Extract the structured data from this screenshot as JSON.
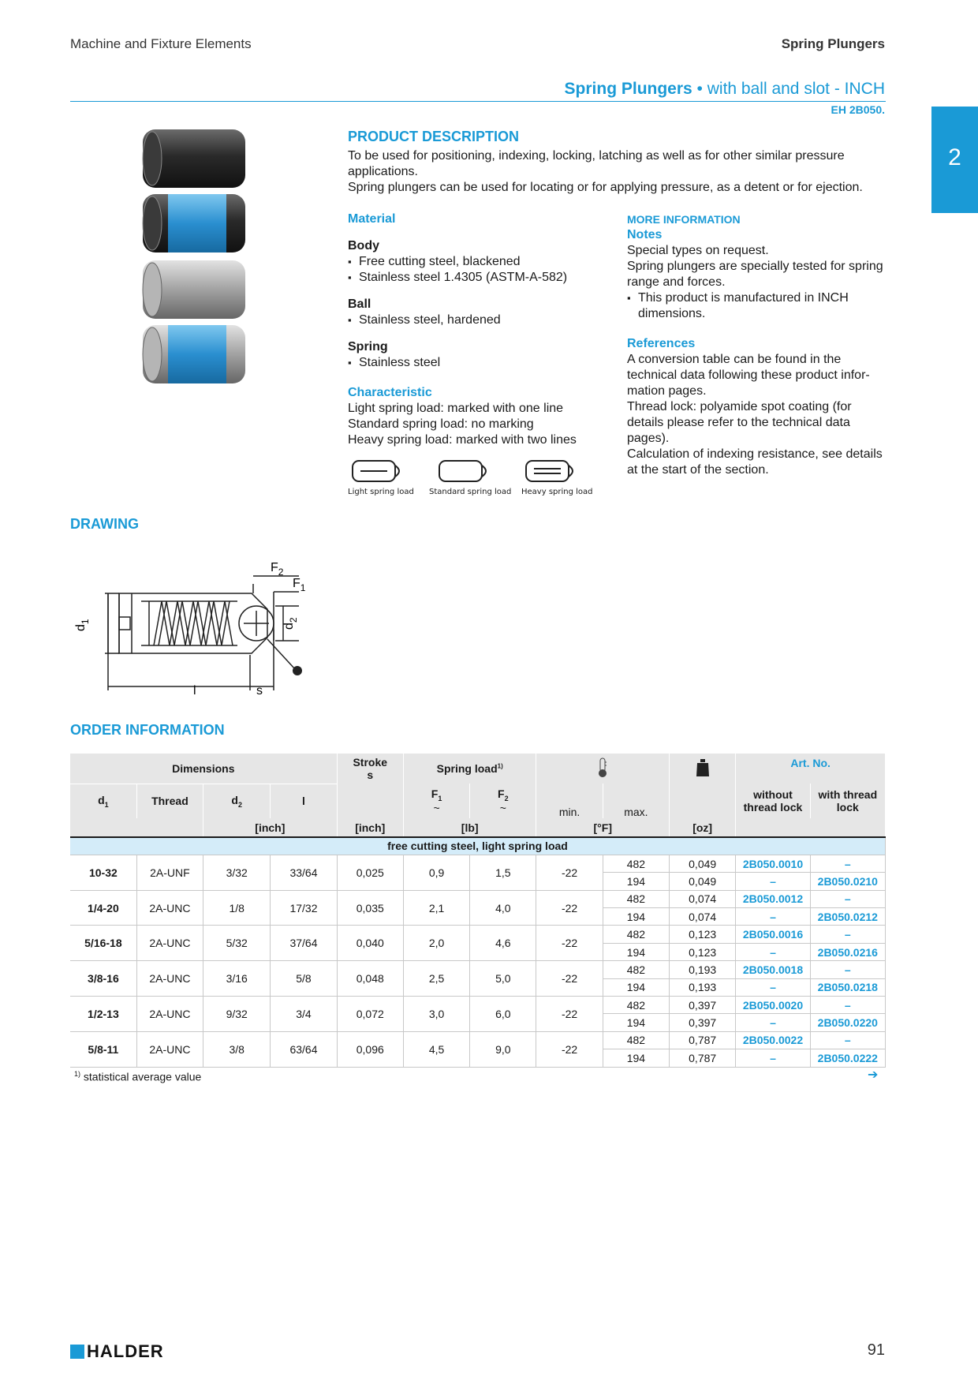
{
  "header": {
    "section": "Machine and Fixture Elements",
    "category": "Spring Plungers",
    "title_bold": "Spring Plungers",
    "title_rest": " • with ball and slot - INCH",
    "code": "EH 2B050.",
    "tab": "2"
  },
  "product": {
    "heading": "PRODUCT DESCRIPTION",
    "line1": "To be used for positioning, indexing, locking, latching as well as for other similar pressure applications.",
    "line2": "Spring plungers can be used for locating or for applying pressure, as a detent or for ejection."
  },
  "material": {
    "heading": "Material",
    "body_label": "Body",
    "body_items": [
      "Free cutting steel, blackened",
      "Stainless steel 1.4305 (ASTM-A-582)"
    ],
    "ball_label": "Ball",
    "ball_items": [
      "Stainless steel, hardened"
    ],
    "spring_label": "Spring",
    "spring_items": [
      "Stainless steel"
    ]
  },
  "characteristic": {
    "heading": "Characteristic",
    "lines": [
      "Light spring load: marked with one line",
      "Standard spring load: no marking",
      "Heavy spring load: marked with two lines"
    ],
    "icons": [
      "Light spring load",
      "Standard spring load",
      "Heavy spring load"
    ]
  },
  "more_info": {
    "heading": "MORE INFORMATION",
    "notes_heading": "Notes",
    "notes1": "Special types on request.",
    "notes2": "Spring plungers are specially tested for spring range and forces.",
    "notes_bullet": "This product is manufactured in INCH dimensions.",
    "ref_heading": "References",
    "ref1": "A conversion table can be found in the technical data following these product infor-mation pages.",
    "ref2": "Thread lock: polyamide spot coating (for details please refer to the technical data pages).",
    "ref3": "Calculation of indexing resistance, see details at the start of the section."
  },
  "drawing": {
    "heading": "DRAWING",
    "labels": {
      "f2": "F",
      "f2_sub": "2",
      "f1": "F",
      "f1_sub": "1",
      "d1": "d",
      "d1_sub": "1",
      "d2": "d",
      "d2_sub": "2",
      "l": "l",
      "s": "s"
    }
  },
  "order": {
    "heading": "ORDER INFORMATION",
    "head": {
      "dimensions": "Dimensions",
      "stroke": "Stroke",
      "stroke_s": "s",
      "spring_load": "Spring load",
      "spring_sup": "1)",
      "art_no": "Art. No.",
      "d1": "d",
      "d1_sub": "1",
      "thread": "Thread",
      "d2": "d",
      "d2_sub": "2",
      "l": "l",
      "f1": "F",
      "f1_sub": "1",
      "f2": "F",
      "f2_sub": "2",
      "tilde": "~",
      "min": "min.",
      "max": "max.",
      "without": "without thread lock",
      "with": "with thread lock",
      "unit_inch": "[inch]",
      "unit_stroke": "[inch]",
      "unit_lb": "[lb]",
      "unit_f": "[°F]",
      "unit_oz": "[oz]"
    },
    "group": "free cutting steel, light spring load",
    "rows": [
      {
        "d1": "10-32",
        "thread": "2A-UNF",
        "d2": "3/32",
        "l": "33/64",
        "s": "0,025",
        "f1": "0,9",
        "f2": "1,5",
        "min": "-22",
        "max": [
          "482",
          "194"
        ],
        "oz": [
          "0,049",
          "0,049"
        ],
        "without": [
          "2B050.0010",
          "–"
        ],
        "with": [
          "–",
          "2B050.0210"
        ]
      },
      {
        "d1": "1/4-20",
        "thread": "2A-UNC",
        "d2": "1/8",
        "l": "17/32",
        "s": "0,035",
        "f1": "2,1",
        "f2": "4,0",
        "min": "-22",
        "max": [
          "482",
          "194"
        ],
        "oz": [
          "0,074",
          "0,074"
        ],
        "without": [
          "2B050.0012",
          "–"
        ],
        "with": [
          "–",
          "2B050.0212"
        ]
      },
      {
        "d1": "5/16-18",
        "thread": "2A-UNC",
        "d2": "5/32",
        "l": "37/64",
        "s": "0,040",
        "f1": "2,0",
        "f2": "4,6",
        "min": "-22",
        "max": [
          "482",
          "194"
        ],
        "oz": [
          "0,123",
          "0,123"
        ],
        "without": [
          "2B050.0016",
          "–"
        ],
        "with": [
          "–",
          "2B050.0216"
        ]
      },
      {
        "d1": "3/8-16",
        "thread": "2A-UNC",
        "d2": "3/16",
        "l": "5/8",
        "s": "0,048",
        "f1": "2,5",
        "f2": "5,0",
        "min": "-22",
        "max": [
          "482",
          "194"
        ],
        "oz": [
          "0,193",
          "0,193"
        ],
        "without": [
          "2B050.0018",
          "–"
        ],
        "with": [
          "–",
          "2B050.0218"
        ]
      },
      {
        "d1": "1/2-13",
        "thread": "2A-UNC",
        "d2": "9/32",
        "l": "3/4",
        "s": "0,072",
        "f1": "3,0",
        "f2": "6,0",
        "min": "-22",
        "max": [
          "482",
          "194"
        ],
        "oz": [
          "0,397",
          "0,397"
        ],
        "without": [
          "2B050.0020",
          "–"
        ],
        "with": [
          "–",
          "2B050.0220"
        ]
      },
      {
        "d1": "5/8-11",
        "thread": "2A-UNC",
        "d2": "3/8",
        "l": "63/64",
        "s": "0,096",
        "f1": "4,5",
        "f2": "9,0",
        "min": "-22",
        "max": [
          "482",
          "194"
        ],
        "oz": [
          "0,787",
          "0,787"
        ],
        "without": [
          "2B050.0022",
          "–"
        ],
        "with": [
          "–",
          "2B050.0222"
        ]
      }
    ],
    "footnote_sup": "1)",
    "footnote": " statistical average value",
    "arrow": "➔"
  },
  "footer": {
    "logo": "HALDER",
    "page": "91"
  },
  "colors": {
    "accent": "#1a9ad6",
    "group_row": "#d4ecf9",
    "header_bg": "#e6e6e6"
  }
}
